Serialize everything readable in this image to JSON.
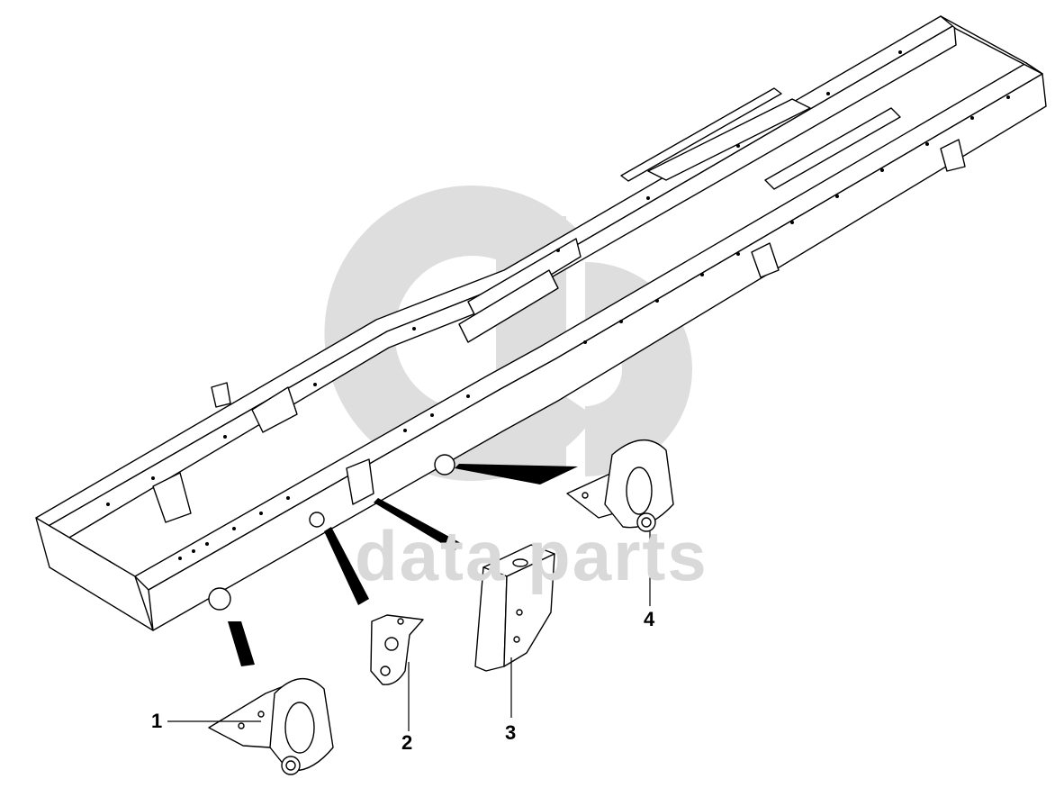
{
  "watermark": {
    "text": "data parts",
    "color": "#d9d9d9"
  },
  "colors": {
    "ink": "#000000",
    "paper": "#ffffff",
    "watermark": "#d9d9d9"
  },
  "callouts": [
    {
      "label": "1",
      "part": "front-spring-bracket"
    },
    {
      "label": "2",
      "part": "small-mounting-plate"
    },
    {
      "label": "3",
      "part": "vertical-support-bracket"
    },
    {
      "label": "4",
      "part": "rear-spring-bracket"
    }
  ]
}
